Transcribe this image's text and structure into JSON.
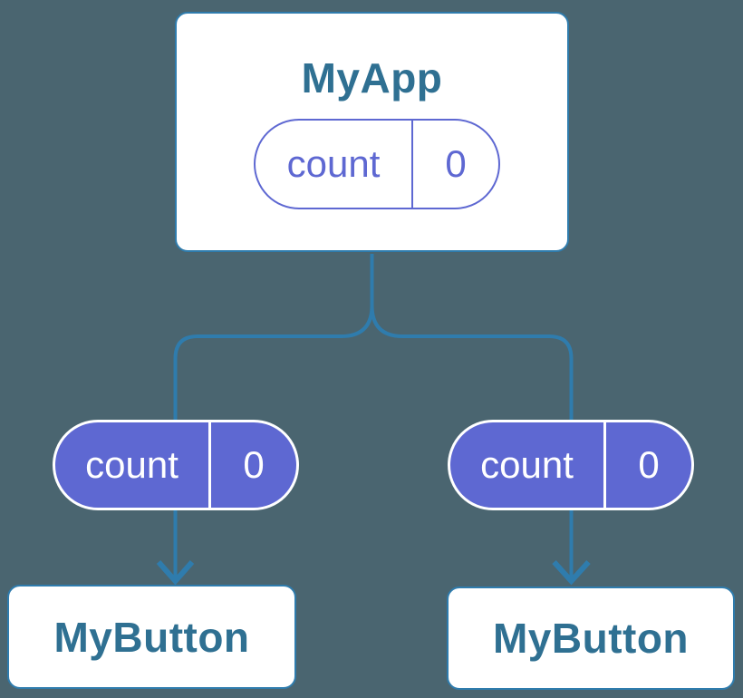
{
  "colors": {
    "bg": "#4A6570",
    "line": "#2F7CAD",
    "purple": "#5E68D2",
    "title": "#2F7092",
    "white": "#FFFFFF"
  },
  "diagram": {
    "root_card": {
      "title": "MyApp",
      "state_pill": {
        "label": "count",
        "value": "0"
      }
    },
    "left_branch": {
      "prop_pill": {
        "label": "count",
        "value": "0"
      },
      "child_card": {
        "title": "MyButton"
      }
    },
    "right_branch": {
      "prop_pill": {
        "label": "count",
        "value": "0"
      },
      "child_card": {
        "title": "MyButton"
      }
    }
  }
}
